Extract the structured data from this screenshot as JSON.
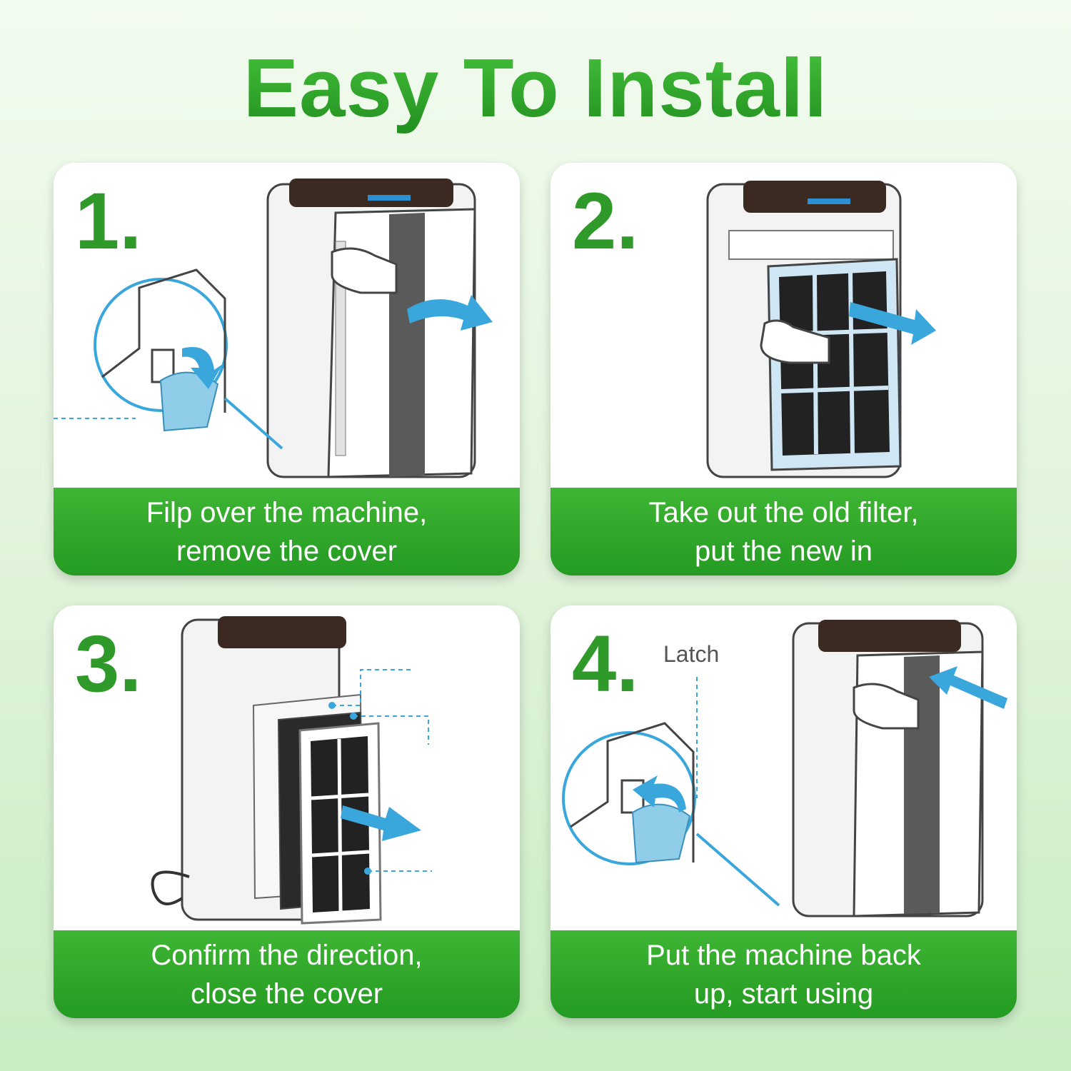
{
  "title": "Easy To Install",
  "colors": {
    "green": "#2f9a2a",
    "caption_bg": "#2da52a",
    "arrow_blue": "#3aa7dc"
  },
  "steps": [
    {
      "number": "1.",
      "caption_line1": "Filp over the machine,",
      "caption_line2": "remove the cover"
    },
    {
      "number": "2.",
      "caption_line1": "Take out the old filter,",
      "caption_line2": "put the new in"
    },
    {
      "number": "3.",
      "caption_line1": "Confirm the direction,",
      "caption_line2": "close the cover"
    },
    {
      "number": "4.",
      "caption_line1": "Put the machine back",
      "caption_line2": "up, start using",
      "label": "Latch"
    }
  ]
}
